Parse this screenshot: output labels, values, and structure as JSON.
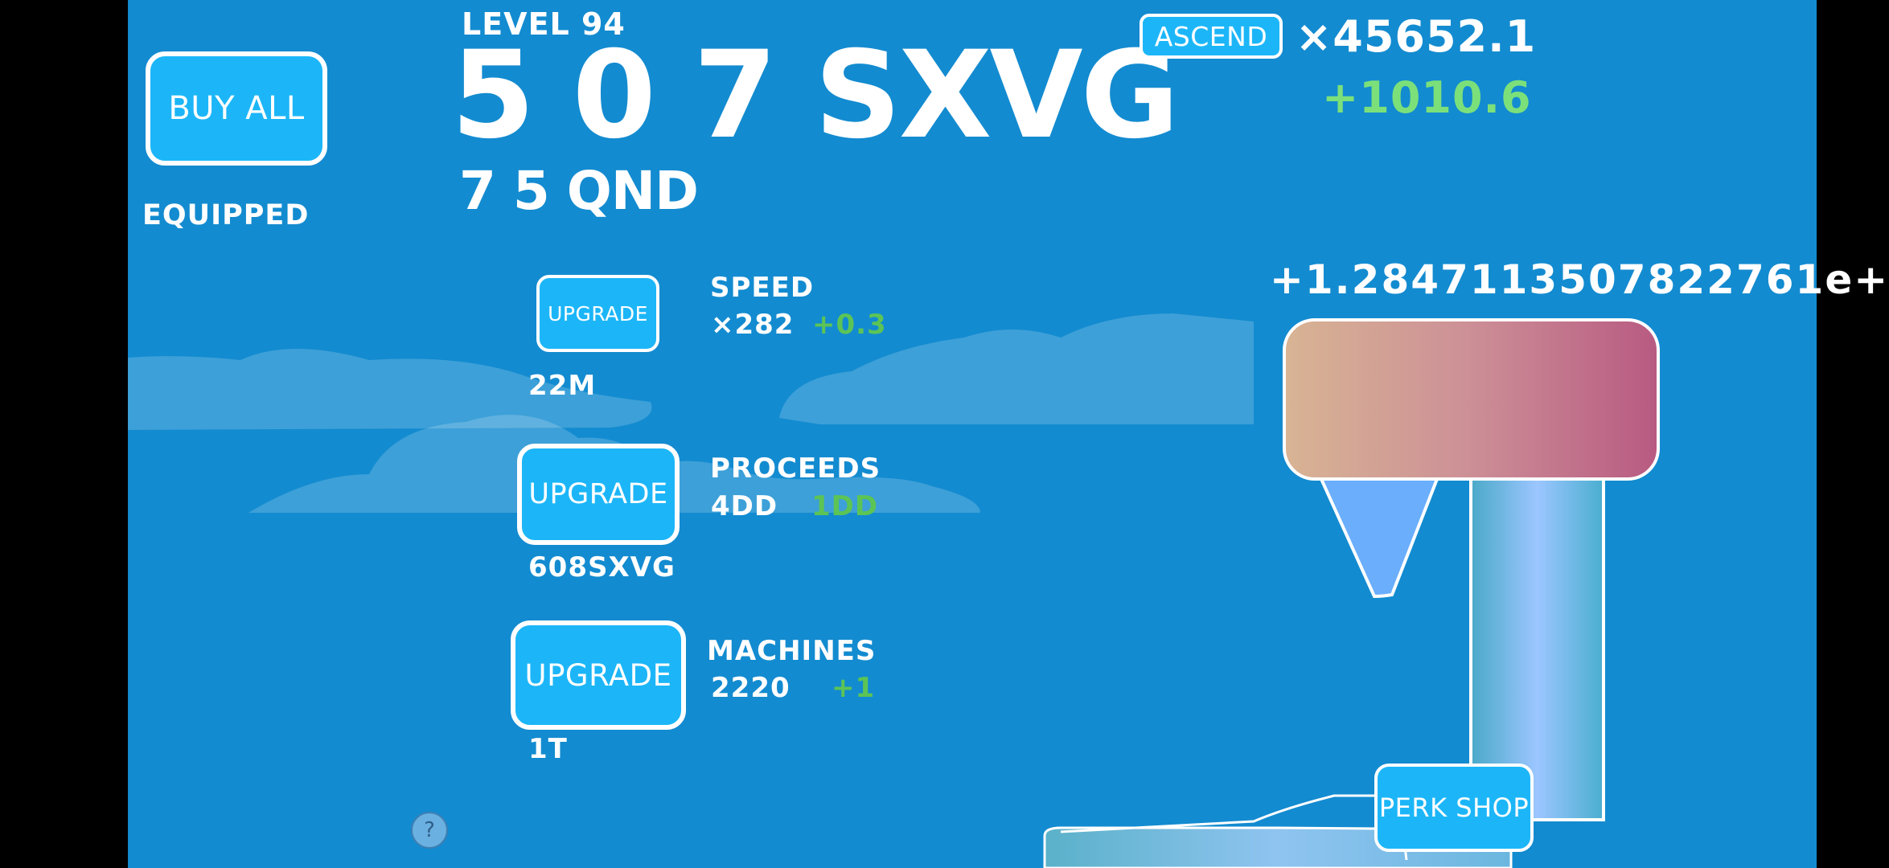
{
  "header": {
    "level_label": "LEVEL 94",
    "main_currency": "5 0 7 SXVG",
    "secondary_currency": "7 5 QND",
    "buy_all_label": "BUY ALL",
    "equipped_label": "EQUIPPED"
  },
  "ascend": {
    "button_label": "ASCEND",
    "multiplier": "×45652.1",
    "gain": "+1010.6"
  },
  "floating_gain": "+1.2847113507822761e+",
  "upgrades": [
    {
      "button_label": "UPGRADE",
      "title": "SPEED",
      "value": "×282",
      "increment": "+0.3",
      "cost": "22M"
    },
    {
      "button_label": "UPGRADE",
      "title": "PROCEEDS",
      "value": "4DD",
      "increment": "1DD",
      "cost": "608SXVG"
    },
    {
      "button_label": "UPGRADE",
      "title": "MACHINES",
      "value": "2220",
      "increment": "+1",
      "cost": "1T"
    }
  ],
  "perk_shop_label": "PERK SHOP",
  "help_label": "?",
  "icons": {
    "help": "question-mark-icon"
  },
  "colors": {
    "background": "#138bd0",
    "button": "#1cb6f8",
    "gain_green": "#7be07a",
    "increment_green": "#5cc455",
    "machine_gradient_start": "#d8b494",
    "machine_gradient_end": "#b85a82"
  }
}
